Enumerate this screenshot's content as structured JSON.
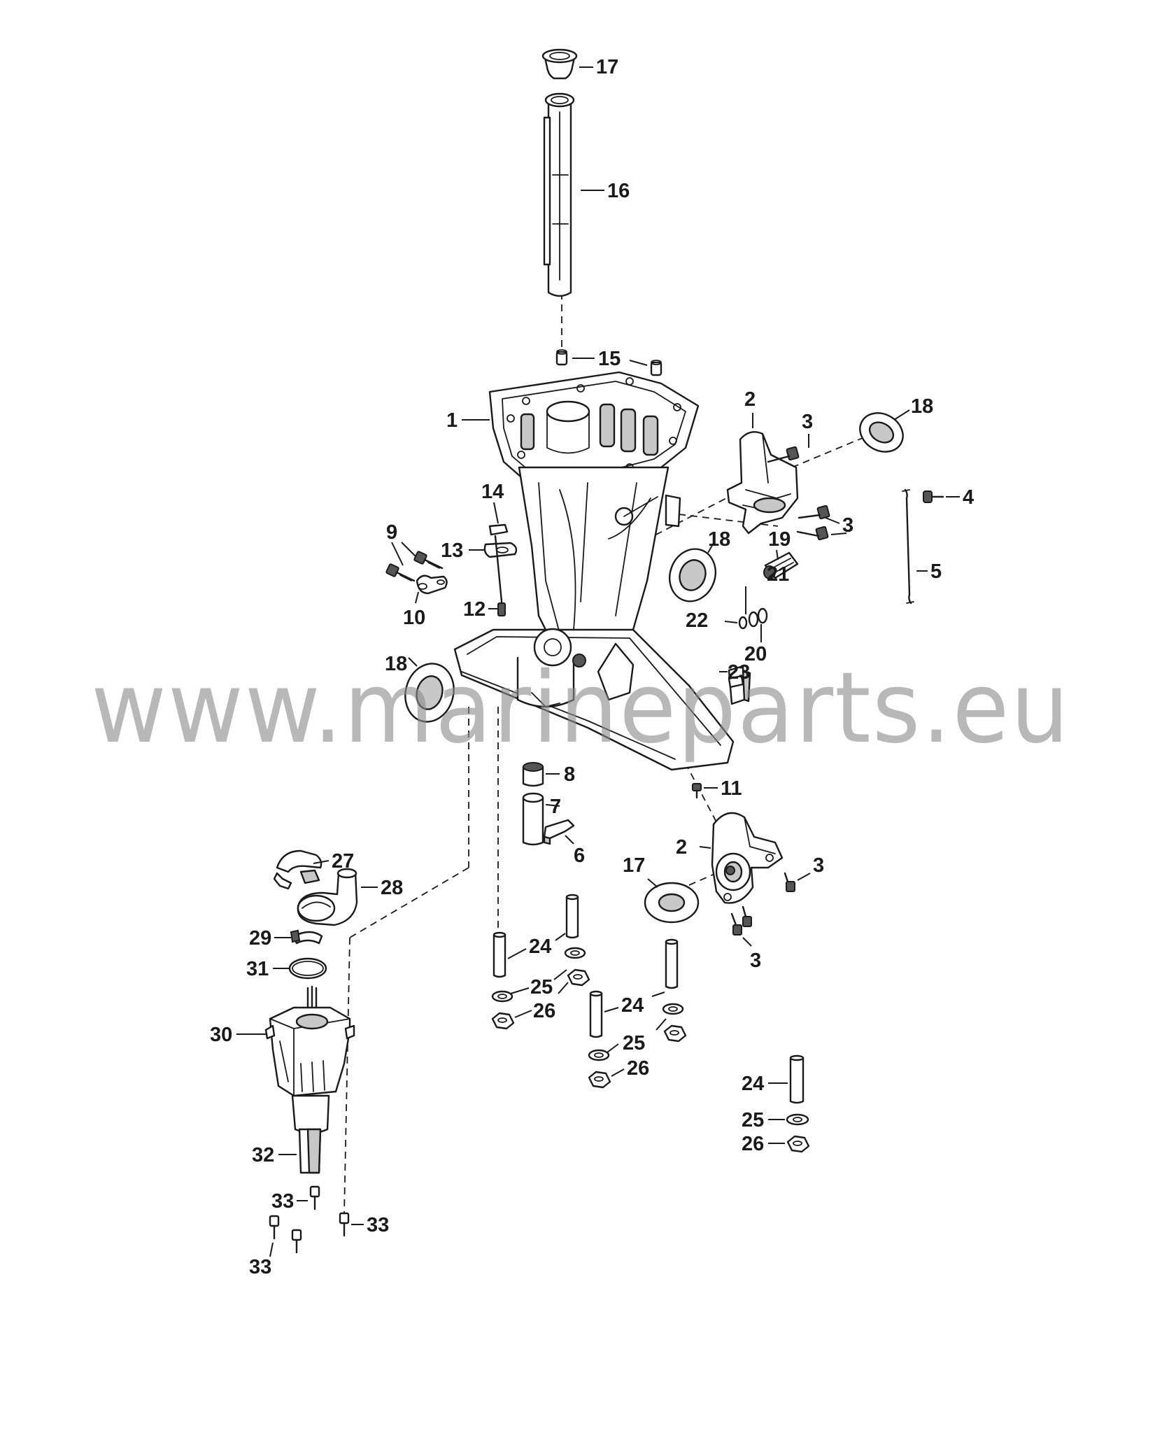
{
  "watermark": "www.marineparts.eu",
  "callouts": [
    {
      "id": "c1",
      "text": "1"
    },
    {
      "id": "c2a",
      "text": "2"
    },
    {
      "id": "c2b",
      "text": "2"
    },
    {
      "id": "c3a",
      "text": "3"
    },
    {
      "id": "c3b",
      "text": "3"
    },
    {
      "id": "c3c",
      "text": "3"
    },
    {
      "id": "c3d",
      "text": "3"
    },
    {
      "id": "c4",
      "text": "4"
    },
    {
      "id": "c5",
      "text": "5"
    },
    {
      "id": "c6",
      "text": "6"
    },
    {
      "id": "c7",
      "text": "7"
    },
    {
      "id": "c8",
      "text": "8"
    },
    {
      "id": "c9",
      "text": "9"
    },
    {
      "id": "c10",
      "text": "10"
    },
    {
      "id": "c11",
      "text": "11"
    },
    {
      "id": "c12",
      "text": "12"
    },
    {
      "id": "c13",
      "text": "13"
    },
    {
      "id": "c14",
      "text": "14"
    },
    {
      "id": "c15",
      "text": "15"
    },
    {
      "id": "c16",
      "text": "16"
    },
    {
      "id": "c17a",
      "text": "17"
    },
    {
      "id": "c17b",
      "text": "17"
    },
    {
      "id": "c18a",
      "text": "18"
    },
    {
      "id": "c18b",
      "text": "18"
    },
    {
      "id": "c18c",
      "text": "18"
    },
    {
      "id": "c19",
      "text": "19"
    },
    {
      "id": "c20",
      "text": "20"
    },
    {
      "id": "c21",
      "text": "21"
    },
    {
      "id": "c22",
      "text": "22"
    },
    {
      "id": "c23",
      "text": "23"
    },
    {
      "id": "c24a",
      "text": "24"
    },
    {
      "id": "c24b",
      "text": "24"
    },
    {
      "id": "c24c",
      "text": "24"
    },
    {
      "id": "c25a",
      "text": "25"
    },
    {
      "id": "c25b",
      "text": "25"
    },
    {
      "id": "c25c",
      "text": "25"
    },
    {
      "id": "c26a",
      "text": "26"
    },
    {
      "id": "c26b",
      "text": "26"
    },
    {
      "id": "c26c",
      "text": "26"
    },
    {
      "id": "c27",
      "text": "27"
    },
    {
      "id": "c28",
      "text": "28"
    },
    {
      "id": "c29",
      "text": "29"
    },
    {
      "id": "c30",
      "text": "30"
    },
    {
      "id": "c31",
      "text": "31"
    },
    {
      "id": "c32",
      "text": "32"
    },
    {
      "id": "c33a",
      "text": "33"
    },
    {
      "id": "c33b",
      "text": "33"
    },
    {
      "id": "c33c",
      "text": "33"
    }
  ]
}
